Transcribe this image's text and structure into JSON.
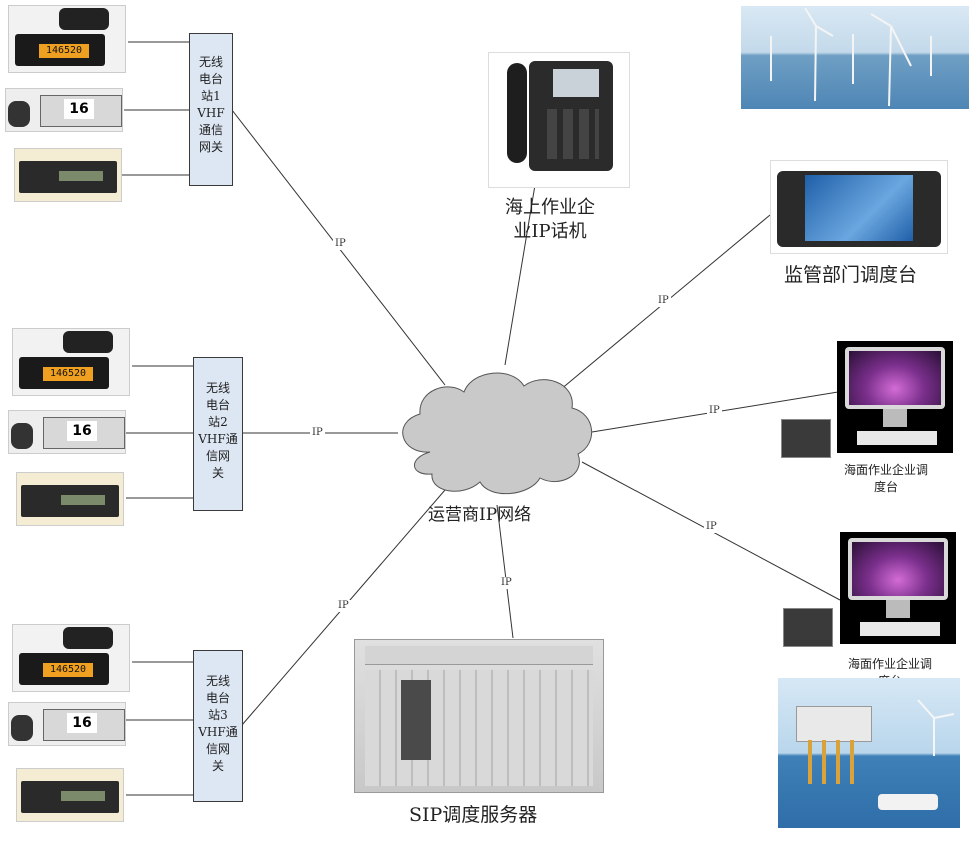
{
  "gateways": [
    {
      "text": "无线\n电台\n站1\nVHF\n通信\n网关"
    },
    {
      "text": "无线\n电台\n站2\nVHF通\n信网\n关"
    },
    {
      "text": "无线\n电台\n站3\nVHF通\n信网\n关"
    }
  ],
  "cloud_label": "运营商IP网络",
  "ip_label": "IP",
  "phone_label": "海上作业企\n业IP话机",
  "supervisor_label": "监管部门调度台",
  "sea_console_label_1": "海面作业企业调\n度台",
  "sea_console_label_2": "海面作业企业调\n度台",
  "server_label": "SIP调度服务器",
  "radio_display_text": "146520",
  "vhf_channel": "16",
  "colors": {
    "gateway_fill": "#dde7f3",
    "cloud_fill": "#c9c9c9",
    "sea": "#3a7fb5",
    "sky": "#cfe3f2"
  }
}
